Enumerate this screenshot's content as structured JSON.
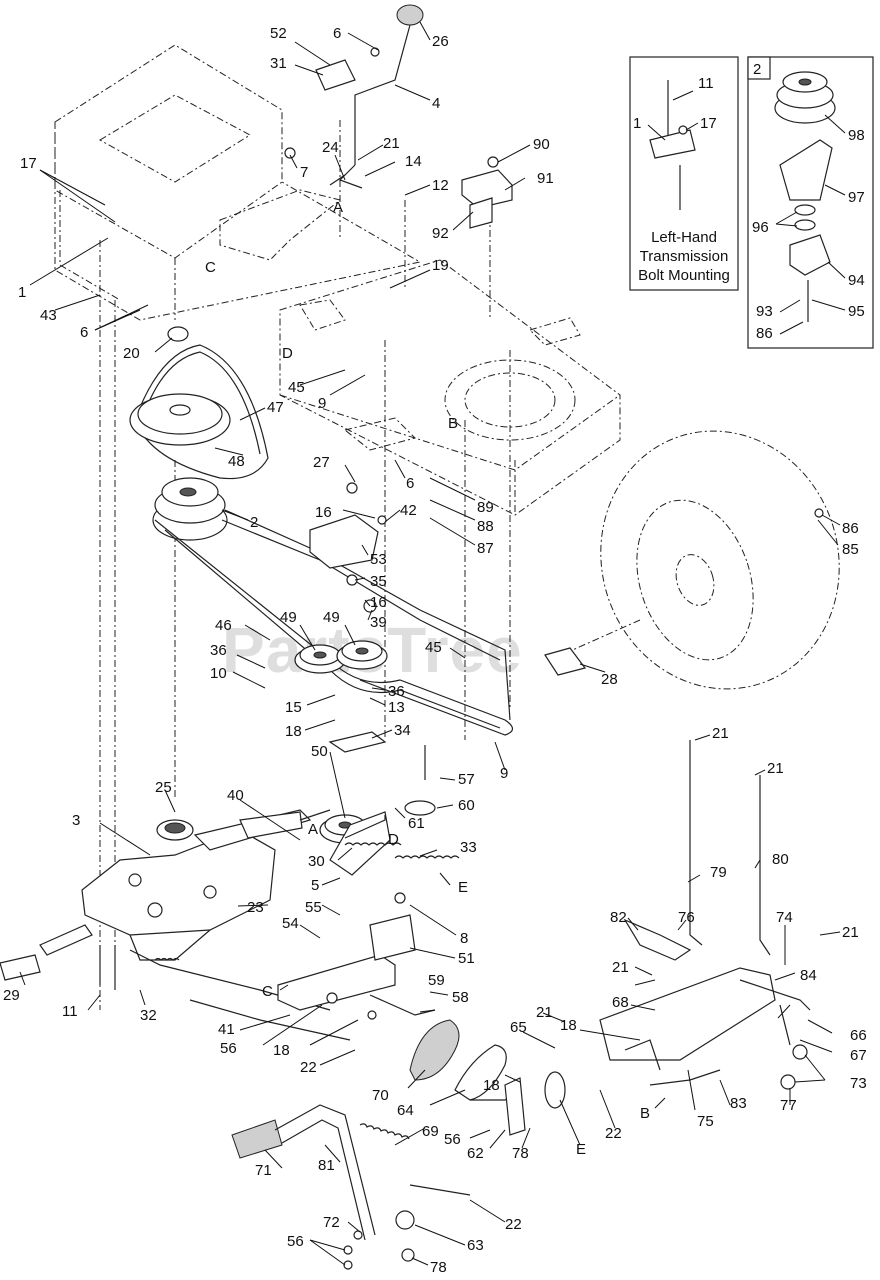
{
  "watermark": "PartsTree",
  "inset_left": {
    "caption_line1": "Left-Hand",
    "caption_line2": "Transmission",
    "caption_line3": "Bolt Mounting",
    "labels": [
      "11",
      "1",
      "17"
    ]
  },
  "inset_right": {
    "number": "2",
    "labels": [
      "98",
      "97",
      "96",
      "94",
      "93",
      "95",
      "86"
    ]
  },
  "callouts": [
    "52",
    "6",
    "26",
    "31",
    "4",
    "17",
    "7",
    "24",
    "21",
    "14",
    "12",
    "A",
    "90",
    "91",
    "92",
    "1",
    "C",
    "43",
    "6",
    "19",
    "20",
    "D",
    "45",
    "9",
    "47",
    "48",
    "B",
    "27",
    "6",
    "16",
    "42",
    "89",
    "88",
    "87",
    "2",
    "53",
    "35",
    "86",
    "85",
    "16",
    "39",
    "46",
    "49",
    "49",
    "45",
    "36",
    "10",
    "28",
    "15",
    "36",
    "13",
    "18",
    "34",
    "9",
    "21",
    "21",
    "50",
    "57",
    "60",
    "3",
    "25",
    "40",
    "A",
    "61",
    "D",
    "33",
    "30",
    "E",
    "79",
    "80",
    "5",
    "23",
    "55",
    "8",
    "82",
    "76",
    "74",
    "54",
    "51",
    "21",
    "29",
    "11",
    "32",
    "C",
    "59",
    "58",
    "21",
    "68",
    "84",
    "18",
    "21",
    "65",
    "56",
    "41",
    "18",
    "22",
    "66",
    "67",
    "70",
    "18",
    "64",
    "73",
    "B",
    "75",
    "83",
    "77",
    "69",
    "22",
    "56",
    "62",
    "E",
    "78",
    "71",
    "81",
    "72",
    "22",
    "56",
    "63",
    "78"
  ],
  "letters": [
    "A",
    "B",
    "C",
    "D",
    "E"
  ]
}
